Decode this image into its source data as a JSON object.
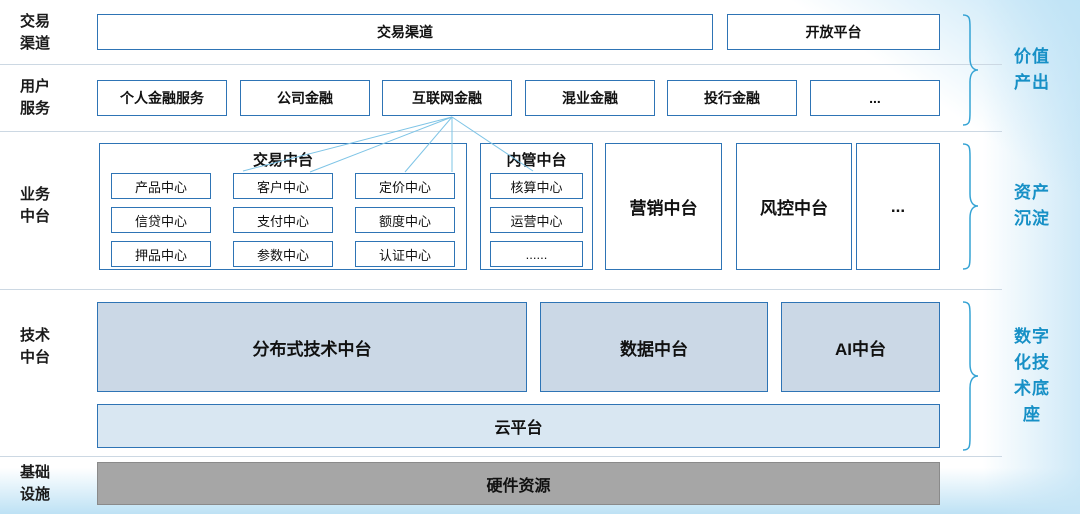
{
  "colors": {
    "border_blue": "#2e74b5",
    "tech_fill": "#cbd8e6",
    "cloud_fill": "#d9e7f2",
    "hardware_fill": "#a6a6a6",
    "accent_teal": "#1790c6",
    "connector_line": "#7ec4e6"
  },
  "left_labels": [
    {
      "id": "channels",
      "text": "交易\n渠道"
    },
    {
      "id": "services",
      "text": "用户\n服务"
    },
    {
      "id": "business",
      "text": "业务\n中台"
    },
    {
      "id": "tech",
      "text": "技术\n中台"
    },
    {
      "id": "infra",
      "text": "基础\n设施"
    }
  ],
  "channels_row": {
    "trade": "交易渠道",
    "open": "开放平台"
  },
  "services_row": {
    "items": [
      "个人金融服务",
      "公司金融",
      "互联网金融",
      "混业金融",
      "投行金融",
      "..."
    ]
  },
  "business_row": {
    "trade_group": {
      "title": "交易中台",
      "items": [
        "产品中心",
        "客户中心",
        "定价中心",
        "信贷中心",
        "支付中心",
        "额度中心",
        "押品中心",
        "参数中心",
        "认证中心"
      ]
    },
    "internal_group": {
      "title": "内管中台",
      "items": [
        "核算中心",
        "运营中心",
        "......"
      ]
    },
    "marketing": "营销中台",
    "risk": "风控中台",
    "more": "..."
  },
  "tech_row": {
    "distributed": "分布式技术中台",
    "data": "数据中台",
    "ai": "AI中台",
    "cloud": "云平台"
  },
  "infra_row": {
    "hardware": "硬件资源"
  },
  "side_labels": [
    {
      "id": "value-output",
      "text": "价值\n产出"
    },
    {
      "id": "asset-accumulation",
      "text": "资产\n沉淀"
    },
    {
      "id": "digital-tech-base",
      "text": "数字\n化技\n术底\n座"
    }
  ]
}
